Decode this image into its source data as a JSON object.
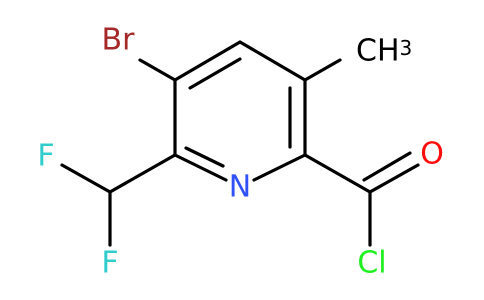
{
  "molecule": {
    "atoms": {
      "br": "Br",
      "ch3_main": "CH",
      "ch3_sub": "3",
      "f_top": "F",
      "f_bottom": "F",
      "n": "N",
      "o": "O",
      "cl": "Cl"
    },
    "colors": {
      "carbon": "#000000",
      "bromine": "#A62929",
      "fluorine": "#33CCCC",
      "nitrogen": "#3050F8",
      "oxygen": "#FF0D0D",
      "chlorine": "#1FF01F"
    }
  }
}
